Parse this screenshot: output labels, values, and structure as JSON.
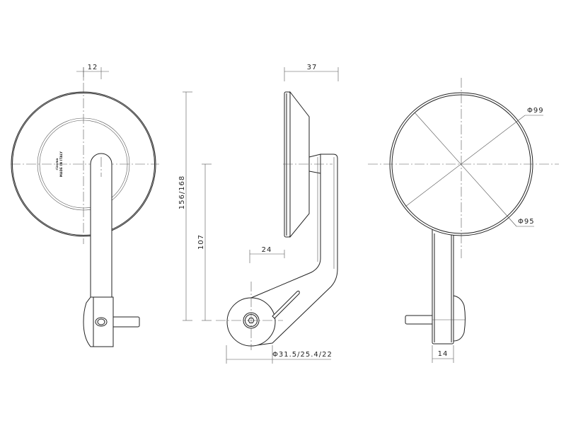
{
  "drawing": {
    "front_view": {
      "dim_offset": "12",
      "logo_text": "rizoma",
      "logo_subtext": "MADE IN ITALY"
    },
    "side_view": {
      "dim_total_height": "156/168",
      "dim_arm_height": "107",
      "dim_depth": "37",
      "dim_offset": "24",
      "dim_clamp_diameter": "Φ31.5/25.4/22"
    },
    "rear_view": {
      "dim_outer_diameter": "Φ99",
      "dim_inner_diameter": "Φ95",
      "dim_stem_width": "14"
    }
  }
}
